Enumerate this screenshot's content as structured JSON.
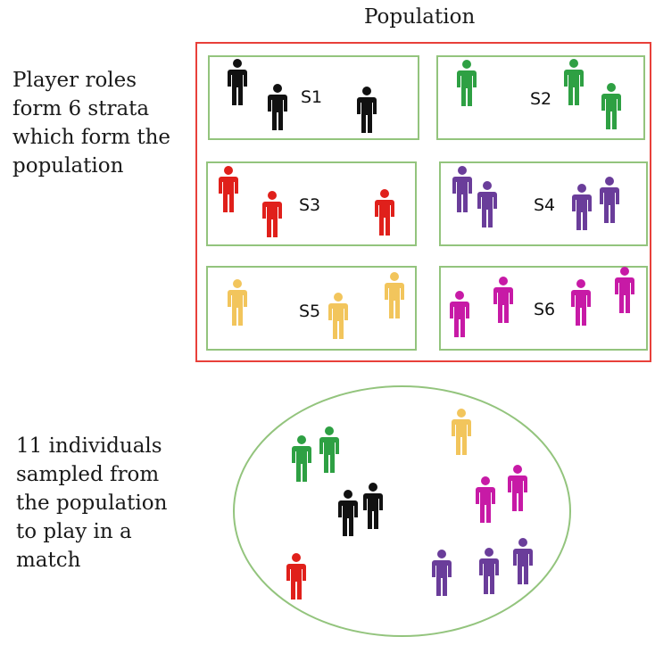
{
  "title": "Population",
  "left_text": {
    "top_lines": [
      "Player roles",
      "form 6 strata",
      "which form the",
      "population"
    ],
    "bottom_lines": [
      "11 individuals",
      "sampled from",
      "the population",
      "to play in a",
      "match"
    ]
  },
  "colors": {
    "population_border": "#e8403a",
    "stratum_border": "#93c47d",
    "S1": "#111111",
    "S2": "#2ea043",
    "S3": "#e0201b",
    "S4": "#6a3d9a",
    "S5": "#f2c55c",
    "S6": "#c71aa6"
  },
  "strata": [
    {
      "id": "S1",
      "label": "S1",
      "color": "#111111",
      "people": 3
    },
    {
      "id": "S2",
      "label": "S2",
      "color": "#2ea043",
      "people": 3
    },
    {
      "id": "S3",
      "label": "S3",
      "color": "#e0201b",
      "people": 3
    },
    {
      "id": "S4",
      "label": "S4",
      "color": "#6a3d9a",
      "people": 4
    },
    {
      "id": "S5",
      "label": "S5",
      "color": "#f2c55c",
      "people": 3
    },
    {
      "id": "S6",
      "label": "S6",
      "color": "#c71aa6",
      "people": 4
    }
  ],
  "sample": {
    "total": 11,
    "counts": {
      "S1": 2,
      "S2": 2,
      "S3": 1,
      "S4": 3,
      "S5": 1,
      "S6": 2
    }
  }
}
